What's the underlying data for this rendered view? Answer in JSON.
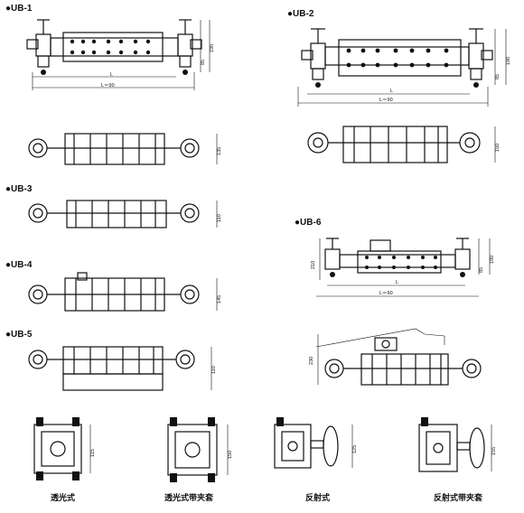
{
  "models": {
    "ub1": "●UB-1",
    "ub2": "●UB-2",
    "ub3": "●UB-3",
    "ub4": "●UB-4",
    "ub5": "●UB-5",
    "ub6": "●UB-6"
  },
  "dims": {
    "L": "L",
    "L90": "L＝90",
    "d85": "85",
    "d190": "190",
    "d135": "135",
    "d150": "150",
    "d110": "110",
    "d145": "145",
    "d210": "210",
    "d230": "230",
    "d115": "115",
    "d125": "125",
    "d155": "155"
  },
  "captions": {
    "c1": "透光式",
    "c2": "透光式带夹套",
    "c3": "反射式",
    "c4": "反射式带夹套"
  }
}
